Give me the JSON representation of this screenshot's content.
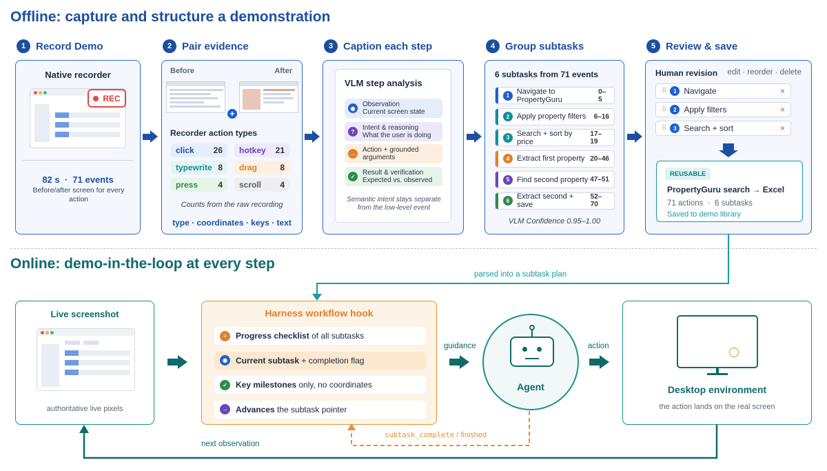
{
  "offline": {
    "title": "Offline: capture and structure a demonstration",
    "steps": [
      {
        "num": "1",
        "label": "Record Demo"
      },
      {
        "num": "2",
        "label": "Pair evidence"
      },
      {
        "num": "3",
        "label": "Caption each step"
      },
      {
        "num": "4",
        "label": "Group subtasks"
      },
      {
        "num": "5",
        "label": "Review & save"
      }
    ]
  },
  "record": {
    "title": "Native recorder",
    "rec": "REC",
    "stats": "82 s  ·  71 events",
    "caption": "Before/after screen for every action"
  },
  "pair": {
    "before": "Before",
    "after": "After",
    "plus": "+",
    "types_title": "Recorder action types",
    "types": [
      {
        "name": "click",
        "count": "26",
        "color": "#1d4fa0",
        "bg": "#e7eefb"
      },
      {
        "name": "hotkey",
        "count": "21",
        "color": "#6a46b8",
        "bg": "#eeeaf9"
      },
      {
        "name": "typewrite",
        "count": "8",
        "color": "#0f8f9a",
        "bg": "#e5f4f5"
      },
      {
        "name": "drag",
        "count": "8",
        "color": "#e0802a",
        "bg": "#fcf0e2"
      },
      {
        "name": "press",
        "count": "4",
        "color": "#2e8b49",
        "bg": "#e7f4ea"
      },
      {
        "name": "scroll",
        "count": "4",
        "color": "#55606f",
        "bg": "#eceef2"
      }
    ],
    "note": "Counts from the raw recording",
    "fields": "type · coordinates · keys · text"
  },
  "caption": {
    "title": "VLM step analysis",
    "rows": [
      {
        "icon": "observation-icon",
        "glyph": "◉",
        "line1": "Observation",
        "line2": "Current screen state",
        "color": "#1d5fd0",
        "bg": "#e5ecfa"
      },
      {
        "icon": "intent-icon",
        "glyph": "?",
        "line1": "Intent & reasoning",
        "line2": "What the user is doing",
        "color": "#6a46b8",
        "bg": "#ece8f8"
      },
      {
        "icon": "action-icon",
        "glyph": "→",
        "line1": "Action + grounded",
        "line2": "arguments",
        "color": "#e0802a",
        "bg": "#fcefdf"
      },
      {
        "icon": "result-icon",
        "glyph": "✓",
        "line1": "Result & verification",
        "line2": "Expected vs. observed",
        "color": "#2e8b49",
        "bg": "#e6f3e9"
      }
    ],
    "note": "Semantic intent stays separate from the low-level event"
  },
  "group": {
    "title": "6 subtasks from 71 events",
    "subtasks": [
      {
        "n": "1",
        "label": "Navigate to PropertyGuru",
        "range": "0–5",
        "color": "#1d5fd0"
      },
      {
        "n": "2",
        "label": "Apply property filters",
        "range": "6–16",
        "color": "#0f8f9a"
      },
      {
        "n": "3",
        "label": "Search + sort by price",
        "range": "17–19",
        "color": "#0f8f9a"
      },
      {
        "n": "4",
        "label": "Extract first property",
        "range": "20–46",
        "color": "#e0802a"
      },
      {
        "n": "5",
        "label": "Find second property",
        "range": "47–51",
        "color": "#6a46b8"
      },
      {
        "n": "6",
        "label": "Extract second + save",
        "range": "52–70",
        "color": "#2e8b49"
      }
    ],
    "confidence": "VLM Confidence 0.95–1.00"
  },
  "review": {
    "title": "Human revision",
    "actions": "edit · reorder · delete",
    "items": [
      {
        "n": "1",
        "label": "Navigate"
      },
      {
        "n": "2",
        "label": "Apply filters"
      },
      {
        "n": "3",
        "label": "Search + sort"
      }
    ],
    "badge": "REUSABLE",
    "saved_title": "PropertyGuru search → Excel",
    "saved_stats": "71 actions  ·  6 subtasks",
    "saved_note": "Saved to demo library"
  },
  "online": {
    "title": "Online: demo-in-the-loop at every step",
    "parsed": "parsed into a subtask plan",
    "guidance": "guidance",
    "action": "action",
    "next_obs": "next observation",
    "subtask_complete": "subtask_complete",
    "slash": " / ",
    "finished": "finished"
  },
  "live": {
    "title": "Live screenshot",
    "caption": "authoritative live pixels"
  },
  "hook": {
    "title": "Harness workflow hook",
    "rows": [
      {
        "icon": "checklist-icon",
        "glyph": "≡",
        "bold": "Progress checklist",
        "rest": " of all subtasks",
        "color": "#e0802a"
      },
      {
        "icon": "target-icon",
        "glyph": "◉",
        "bold": "Current subtask",
        "rest": " + completion flag",
        "color": "#1d5fd0"
      },
      {
        "icon": "check-icon",
        "glyph": "✓",
        "bold": "Key milestones",
        "rest": " only, no coordinates",
        "color": "#2e8b49"
      },
      {
        "icon": "advance-icon",
        "glyph": "→",
        "bold": "Advances",
        "rest": " the subtask pointer",
        "color": "#6a46b8"
      }
    ]
  },
  "agent": {
    "label": "Agent"
  },
  "desktop": {
    "title": "Desktop environment",
    "caption": "the action lands on the real screen"
  },
  "colors": {
    "blue": "#1d4fa0",
    "teal": "#0f6b69",
    "orange": "#e8912e"
  }
}
